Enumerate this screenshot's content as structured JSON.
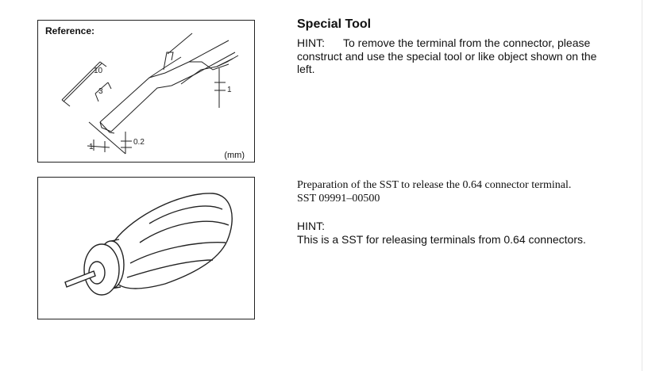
{
  "figure1": {
    "reference_label": "Reference:",
    "unit_label": "(mm)",
    "dims": {
      "d10": "10",
      "d3": "3",
      "d1a": "1",
      "d02": "0.2",
      "d1b": "1"
    }
  },
  "special_tool": {
    "title": "Special Tool",
    "hint_label": "HINT:",
    "hint_text": "To remove the terminal from the connector, please construct and use the special tool or like object shown on the left."
  },
  "sst_section": {
    "line1": "Preparation of the SST to release the 0.64 connector terminal.",
    "line2": "SST 09991–00500",
    "hint_label": "HINT:",
    "hint_text": "This is a SST for releasing terminals from 0.64 connectors."
  }
}
